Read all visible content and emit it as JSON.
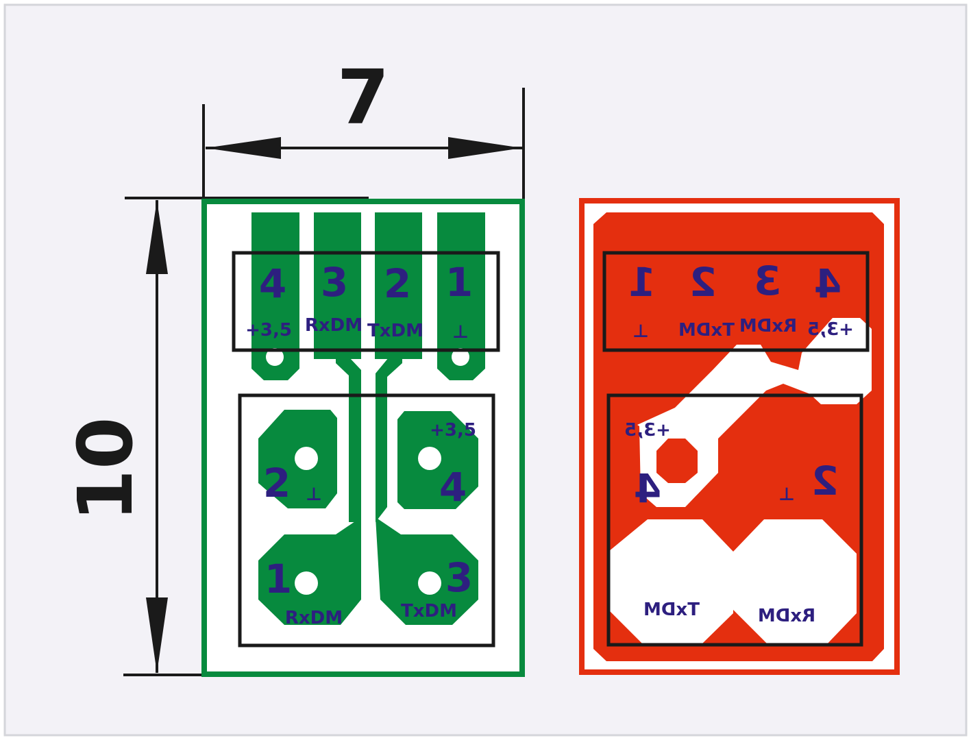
{
  "dimensions": {
    "width_label": "7",
    "height_label": "10"
  },
  "colors": {
    "frame": "#d4d5da",
    "background": "#f3f2f7",
    "green": "#078a3e",
    "red": "#e42f0f",
    "text": "#2d1f7f",
    "line": "#1a1a1a",
    "board": "#ffffff"
  },
  "green_board": {
    "top_pins": [
      {
        "number": "4",
        "label": "+3,5"
      },
      {
        "number": "3",
        "label": "RxDM"
      },
      {
        "number": "2",
        "label": "TxDM"
      },
      {
        "number": "1",
        "label": "⊥"
      }
    ],
    "pads": [
      {
        "number": "2",
        "label": "⊥"
      },
      {
        "number": "4",
        "label": "+3,5"
      },
      {
        "number": "1",
        "label": "RxDM"
      },
      {
        "number": "3",
        "label": "TxDM"
      }
    ]
  },
  "red_board": {
    "top_pins": [
      {
        "number": "1",
        "label": "⊥"
      },
      {
        "number": "2",
        "label": "TxDM"
      },
      {
        "number": "3",
        "label": "RxDM"
      },
      {
        "number": "4",
        "label": "+3,5"
      }
    ],
    "pads": [
      {
        "number": "4",
        "label": "+3,5"
      },
      {
        "number": "2",
        "label": "⊥"
      },
      {
        "number": "",
        "label": "TxDM"
      },
      {
        "number": "",
        "label": "RxDM"
      }
    ]
  }
}
